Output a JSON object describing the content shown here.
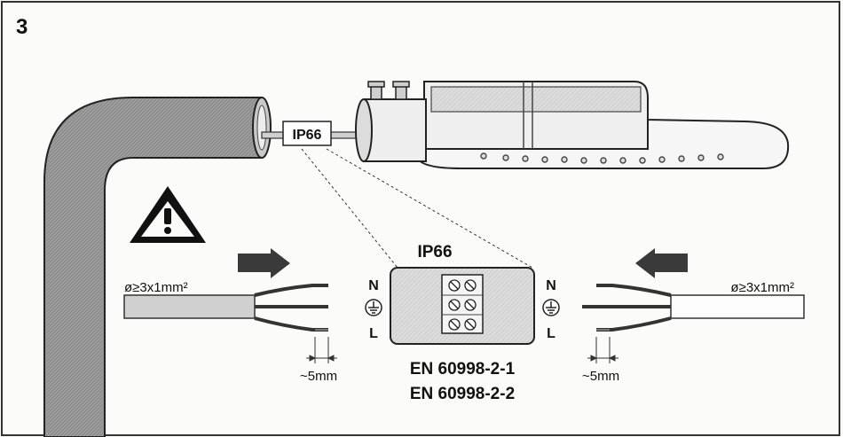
{
  "step_number": "3",
  "ip_rating_label_top": "IP66",
  "ip_rating_label_box": "IP66",
  "left_cable": {
    "spec": "ø≥3x1mm²",
    "strip_length": "~5mm"
  },
  "right_cable": {
    "spec": "ø≥3x1mm²",
    "strip_length": "~5mm"
  },
  "terminal_labels_left": {
    "neutral": "N",
    "line": "L"
  },
  "terminal_labels_right": {
    "neutral": "N",
    "line": "L"
  },
  "standards": [
    "EN 60998-2-1",
    "EN 60998-2-2"
  ],
  "icons": {
    "warning": "warning-triangle-icon",
    "arrow_left": "arrow-right-icon",
    "arrow_right": "arrow-left-icon",
    "earth_left": "earth-ground-icon",
    "earth_right": "earth-ground-icon"
  }
}
